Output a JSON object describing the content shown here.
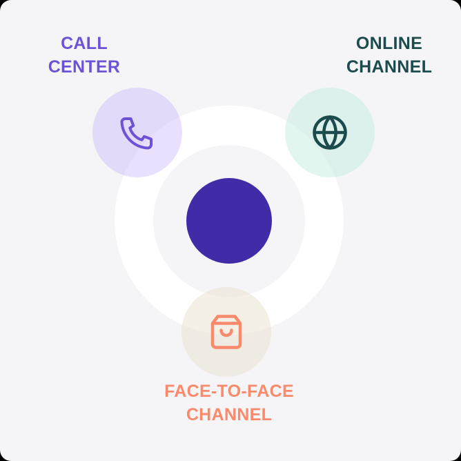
{
  "diagram": {
    "center": {
      "name": "hub",
      "color": "#412ba6"
    },
    "channels": [
      {
        "id": "call-center",
        "label_line1": "CALL",
        "label_line2": "CENTER",
        "icon": "phone-icon",
        "color": "#6e52d6"
      },
      {
        "id": "online-channel",
        "label_line1": "ONLINE",
        "label_line2": "CHANNEL",
        "icon": "globe-icon",
        "color": "#1b4b4c"
      },
      {
        "id": "face-to-face-channel",
        "label_line1": "FACE-TO-FACE",
        "label_line2": "CHANNEL",
        "icon": "shopping-bag-icon",
        "color": "#fa8a6b"
      }
    ]
  }
}
